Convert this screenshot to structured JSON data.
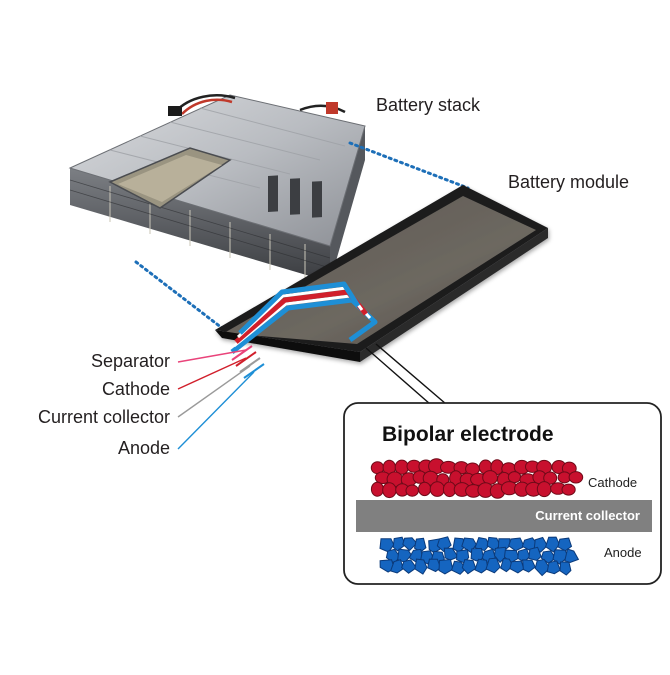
{
  "labels": {
    "battery_stack": "Battery stack",
    "battery_module": "Battery module",
    "separator": "Separator",
    "cathode": "Cathode",
    "current_collector": "Current collector",
    "anode": "Anode"
  },
  "inset": {
    "title": "Bipolar electrode",
    "cathode": "Cathode",
    "current_collector": "Current collector",
    "anode": "Anode"
  },
  "colors": {
    "separator": "#e9437a",
    "cathode": "#d11f2b",
    "current_collector": "#9a9a9a",
    "anode": "#1e8fd6",
    "dotted_connector": "#1d6fb8",
    "cathode_particles": "#c8102e",
    "anode_particles": "#1565c0"
  }
}
